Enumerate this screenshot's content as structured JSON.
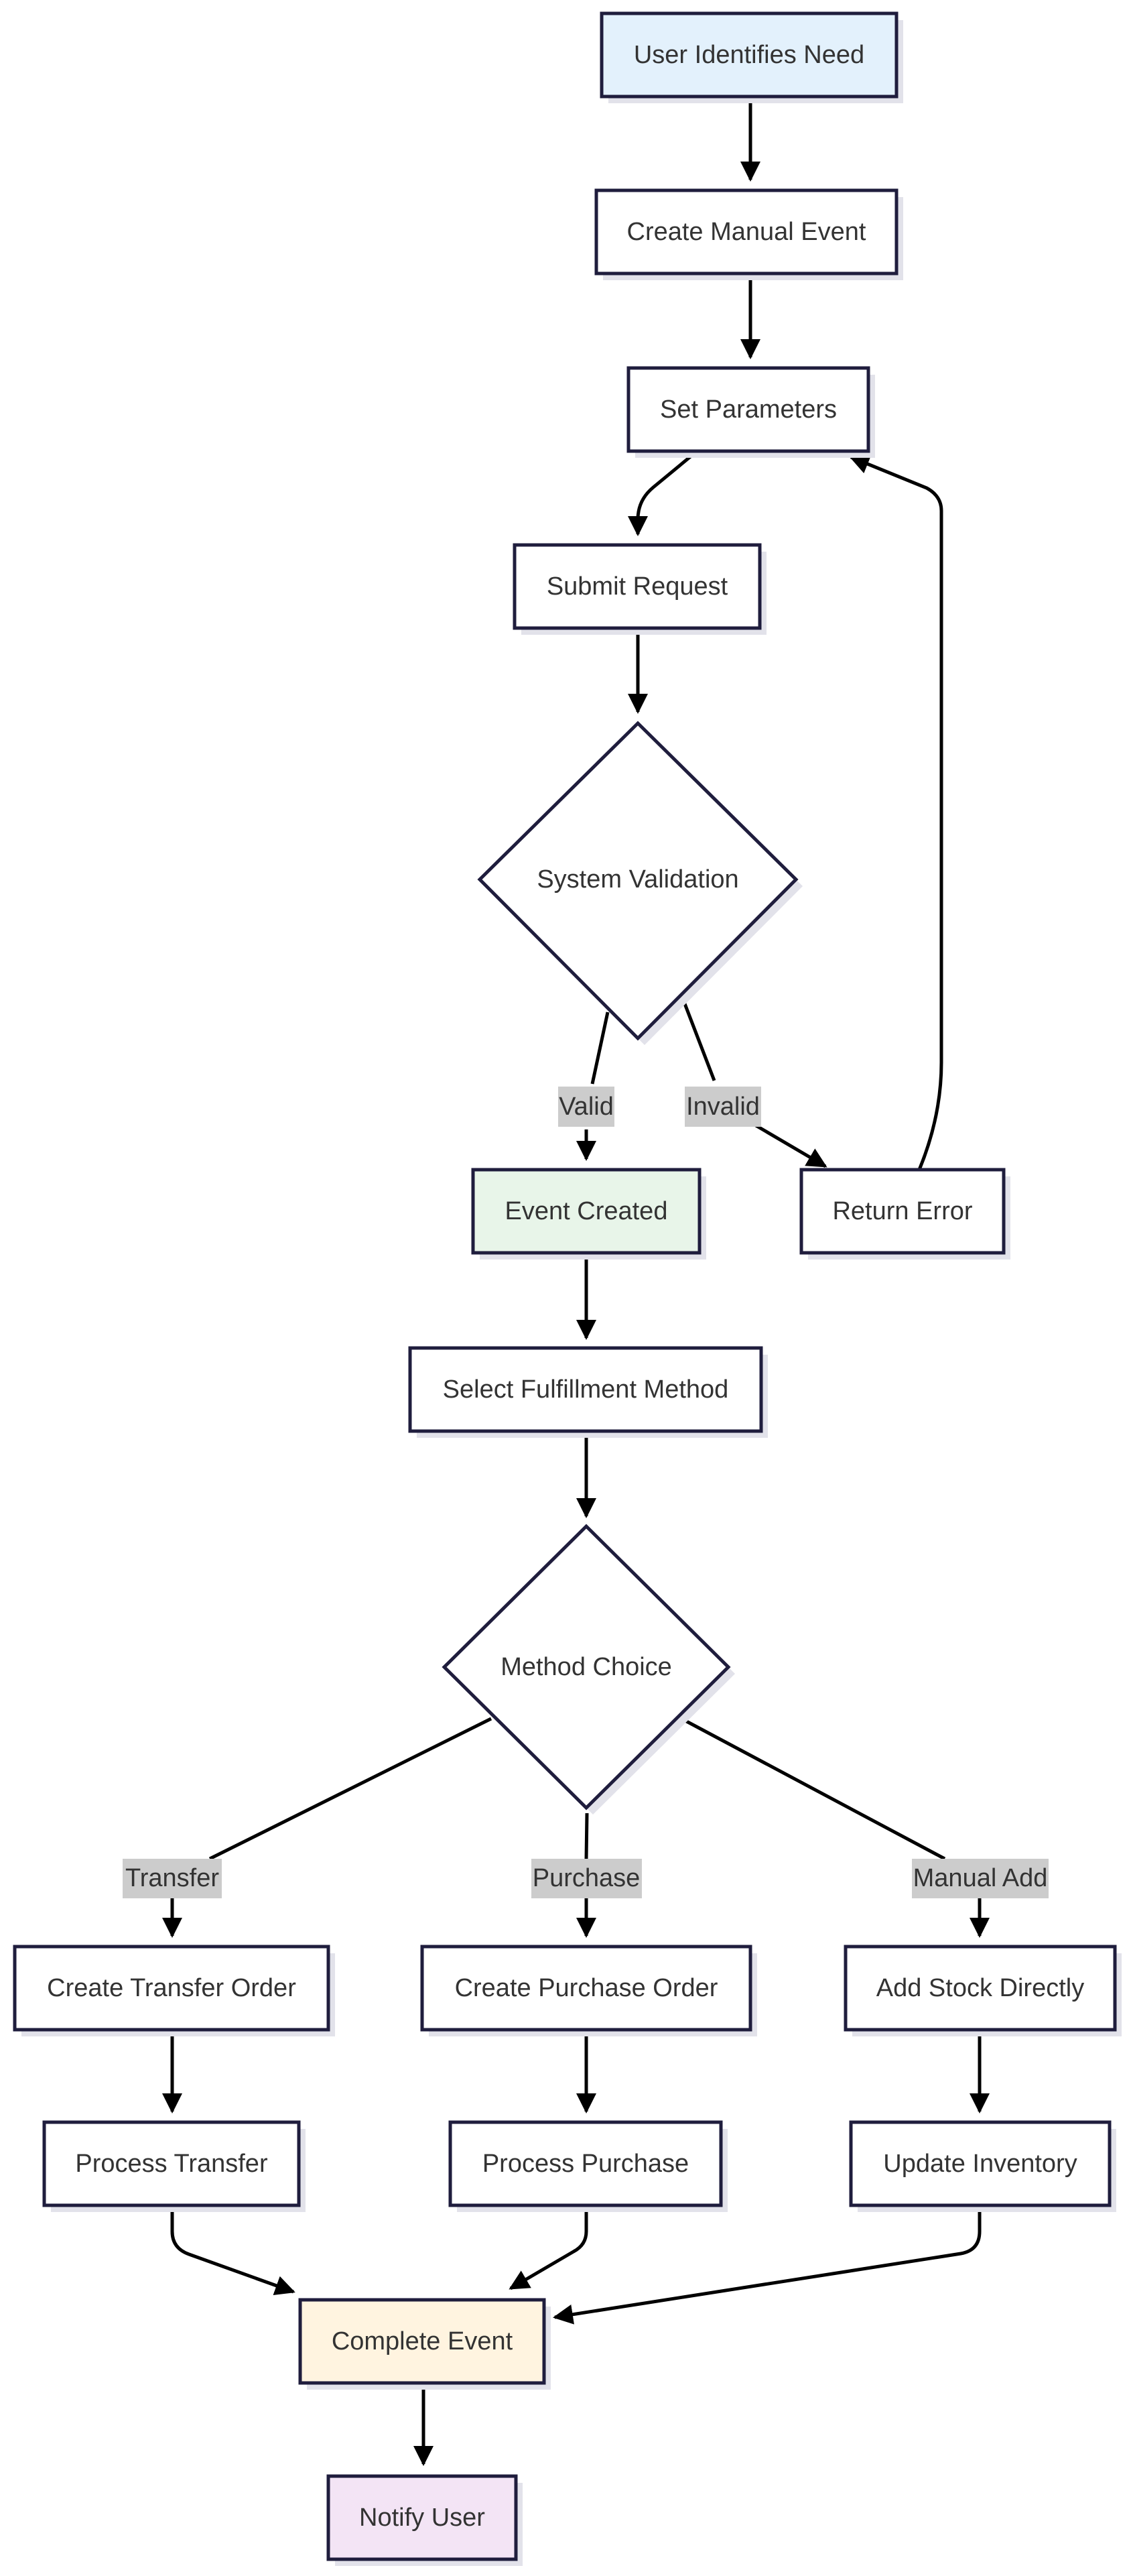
{
  "diagram": {
    "type": "flowchart",
    "direction": "top-down",
    "colors": {
      "default_fill": "#ffffff",
      "stroke": "#1f1d3d",
      "start_fill": "#e3f1fc",
      "success_fill": "#e8f5e9",
      "complete_fill": "#fff4e0",
      "notify_fill": "#f3e4f5",
      "label_bg": "#cccccc",
      "edge": "#000000"
    },
    "nodes": {
      "user_identifies_need": {
        "label": "User Identifies Need",
        "shape": "rect",
        "fill": "#e3f1fc"
      },
      "create_manual_event": {
        "label": "Create Manual Event",
        "shape": "rect",
        "fill": "#ffffff"
      },
      "set_parameters": {
        "label": "Set Parameters",
        "shape": "rect",
        "fill": "#ffffff"
      },
      "submit_request": {
        "label": "Submit Request",
        "shape": "rect",
        "fill": "#ffffff"
      },
      "system_validation": {
        "label": "System Validation",
        "shape": "diamond",
        "fill": "#ffffff"
      },
      "event_created": {
        "label": "Event Created",
        "shape": "rect",
        "fill": "#e8f5e9"
      },
      "return_error": {
        "label": "Return Error",
        "shape": "rect",
        "fill": "#ffffff"
      },
      "select_fulfillment_method": {
        "label": "Select Fulfillment Method",
        "shape": "rect",
        "fill": "#ffffff"
      },
      "method_choice": {
        "label": "Method Choice",
        "shape": "diamond",
        "fill": "#ffffff"
      },
      "create_transfer_order": {
        "label": "Create Transfer Order",
        "shape": "rect",
        "fill": "#ffffff"
      },
      "create_purchase_order": {
        "label": "Create Purchase Order",
        "shape": "rect",
        "fill": "#ffffff"
      },
      "add_stock_directly": {
        "label": "Add Stock Directly",
        "shape": "rect",
        "fill": "#ffffff"
      },
      "process_transfer": {
        "label": "Process Transfer",
        "shape": "rect",
        "fill": "#ffffff"
      },
      "process_purchase": {
        "label": "Process Purchase",
        "shape": "rect",
        "fill": "#ffffff"
      },
      "update_inventory": {
        "label": "Update Inventory",
        "shape": "rect",
        "fill": "#ffffff"
      },
      "complete_event": {
        "label": "Complete Event",
        "shape": "rect",
        "fill": "#fff4e0"
      },
      "notify_user": {
        "label": "Notify User",
        "shape": "rect",
        "fill": "#f3e4f5"
      }
    },
    "edges": [
      {
        "id": "e1",
        "from": "user_identifies_need",
        "to": "create_manual_event",
        "label": ""
      },
      {
        "id": "e2",
        "from": "create_manual_event",
        "to": "set_parameters",
        "label": ""
      },
      {
        "id": "e3",
        "from": "set_parameters",
        "to": "submit_request",
        "label": ""
      },
      {
        "id": "e4",
        "from": "submit_request",
        "to": "system_validation",
        "label": ""
      },
      {
        "id": "e5",
        "from": "system_validation",
        "to": "event_created",
        "label": "Valid"
      },
      {
        "id": "e6",
        "from": "system_validation",
        "to": "return_error",
        "label": "Invalid"
      },
      {
        "id": "e7",
        "from": "return_error",
        "to": "set_parameters",
        "label": ""
      },
      {
        "id": "e8",
        "from": "event_created",
        "to": "select_fulfillment_method",
        "label": ""
      },
      {
        "id": "e9",
        "from": "select_fulfillment_method",
        "to": "method_choice",
        "label": ""
      },
      {
        "id": "e10",
        "from": "method_choice",
        "to": "create_transfer_order",
        "label": "Transfer"
      },
      {
        "id": "e11",
        "from": "method_choice",
        "to": "create_purchase_order",
        "label": "Purchase"
      },
      {
        "id": "e12",
        "from": "method_choice",
        "to": "add_stock_directly",
        "label": "Manual Add"
      },
      {
        "id": "e13",
        "from": "create_transfer_order",
        "to": "process_transfer",
        "label": ""
      },
      {
        "id": "e14",
        "from": "create_purchase_order",
        "to": "process_purchase",
        "label": ""
      },
      {
        "id": "e15",
        "from": "add_stock_directly",
        "to": "update_inventory",
        "label": ""
      },
      {
        "id": "e16",
        "from": "process_transfer",
        "to": "complete_event",
        "label": ""
      },
      {
        "id": "e17",
        "from": "process_purchase",
        "to": "complete_event",
        "label": ""
      },
      {
        "id": "e18",
        "from": "update_inventory",
        "to": "complete_event",
        "label": ""
      },
      {
        "id": "e19",
        "from": "complete_event",
        "to": "notify_user",
        "label": ""
      }
    ]
  }
}
